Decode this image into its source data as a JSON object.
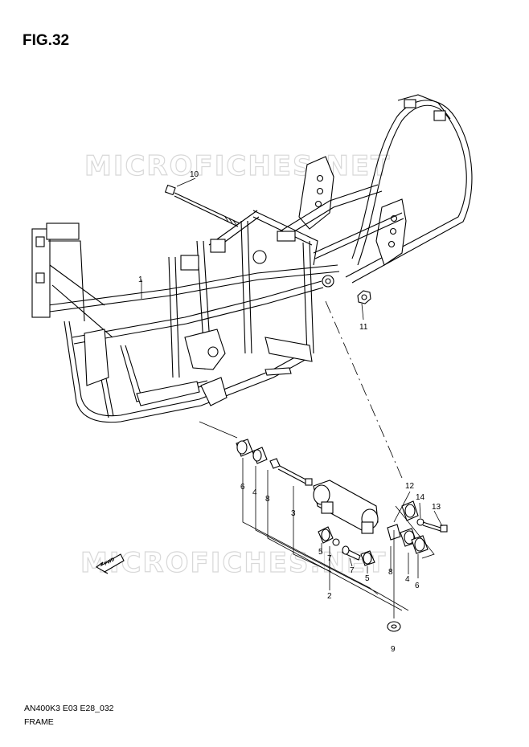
{
  "figure": {
    "title": "FIG.32",
    "code": "AN400K3 E03 E28_032",
    "name": "FRAME"
  },
  "watermark": {
    "text": "MICROFICHES.NET",
    "color": "#d8d8d8"
  },
  "fwd_badge": {
    "label": "FWD",
    "icon": "fwd-arrow-icon"
  },
  "callouts": {
    "c1": "1",
    "c2": "2",
    "c3": "3",
    "c4a": "4",
    "c4b": "4",
    "c5a": "5",
    "c5b": "5",
    "c6a": "6",
    "c6b": "6",
    "c7a": "7",
    "c7b": "7",
    "c8a": "8",
    "c8b": "8",
    "c9": "9",
    "c10": "10",
    "c11": "11",
    "c12": "12",
    "c13": "13",
    "c14": "14"
  }
}
